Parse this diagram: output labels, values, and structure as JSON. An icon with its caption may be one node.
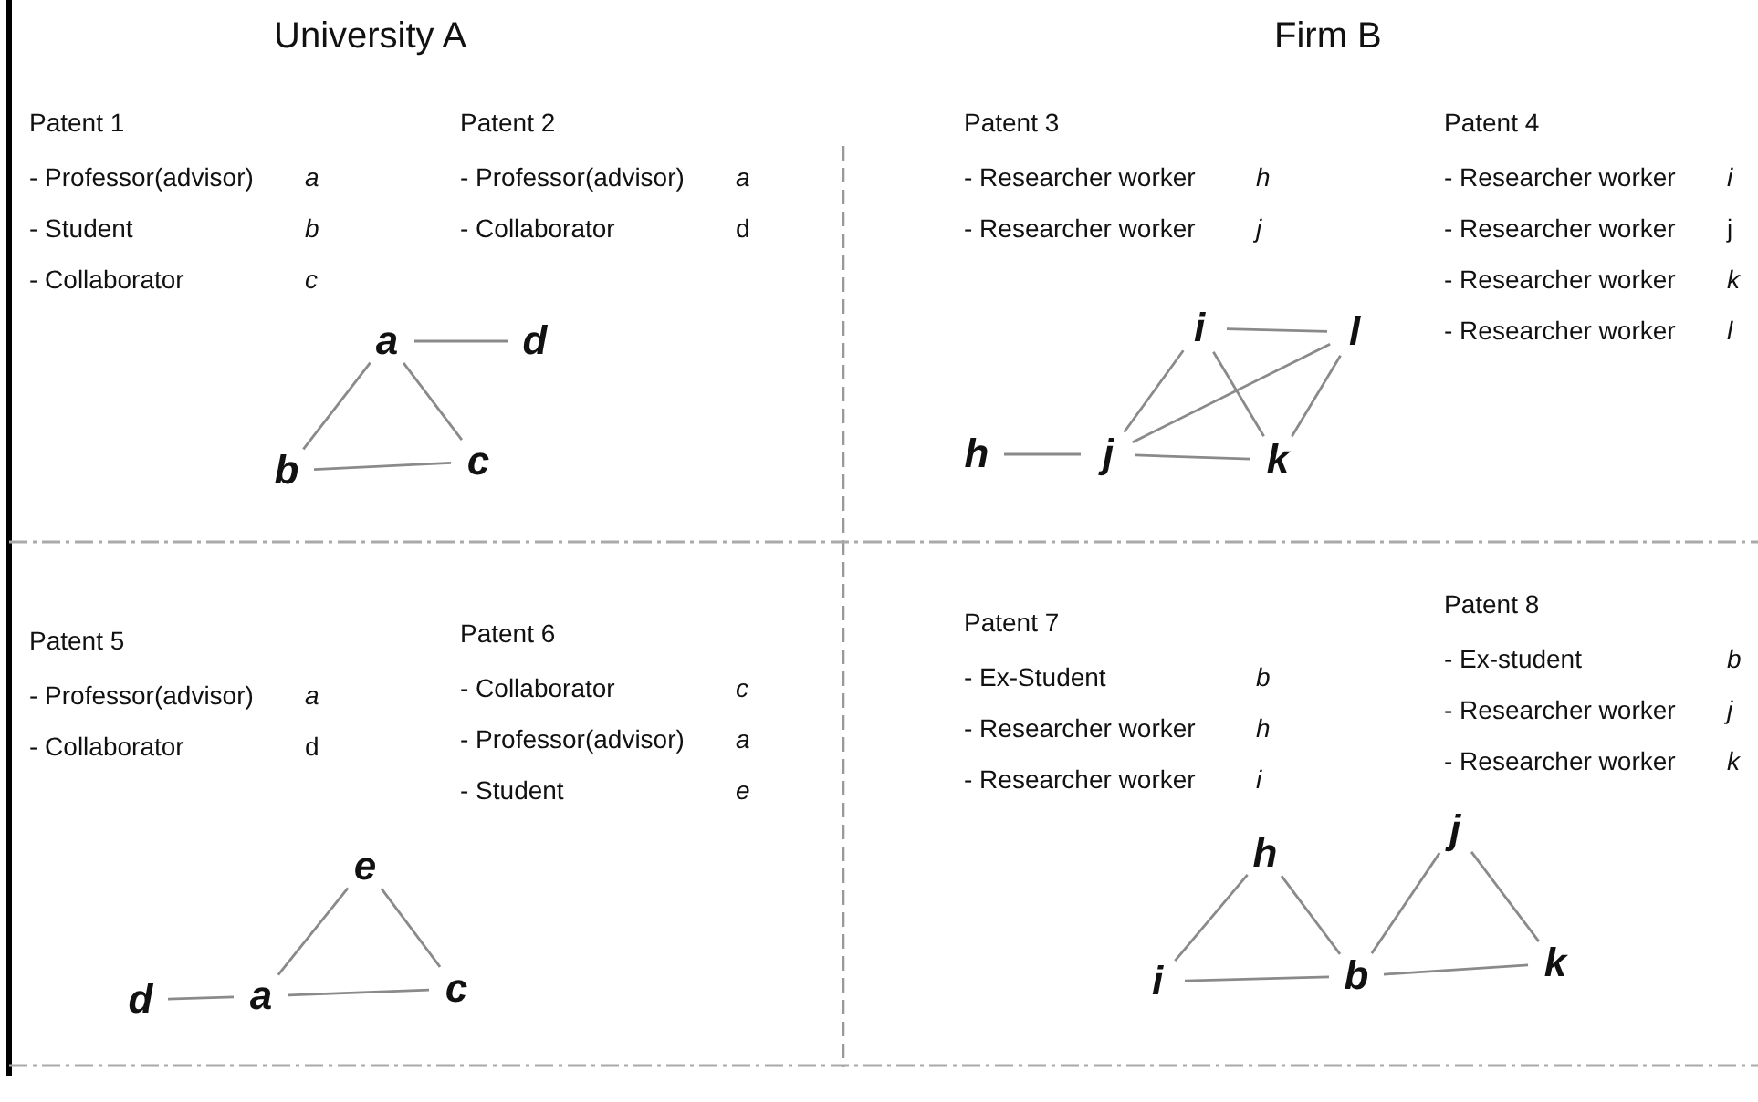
{
  "diagram": {
    "nodes": [
      {
        "text": [
          "a"
        ]
      },
      {
        "text": [
          "d"
        ]
      },
      {
        "text": [
          "b"
        ]
      },
      {
        "text": [
          "c"
        ]
      },
      {
        "text": [
          "i"
        ]
      },
      {
        "text": [
          "l"
        ]
      },
      {
        "text": [
          "h"
        ]
      },
      {
        "text": [
          "j"
        ]
      },
      {
        "text": [
          "k"
        ]
      },
      {
        "text": [
          "e"
        ]
      },
      {
        "text": [
          "d"
        ]
      },
      {
        "text": [
          "a"
        ]
      },
      {
        "text": [
          "c"
        ]
      },
      {
        "text": [
          "h"
        ]
      },
      {
        "text": [
          "j"
        ]
      },
      {
        "text": [
          "i"
        ]
      },
      {
        "text": [
          "b"
        ]
      },
      {
        "text": [
          "k"
        ]
      }
    ],
    "edges": [
      {
        "from": 0,
        "to": 1,
        "arrow": "none"
      },
      {
        "from": 0,
        "to": 2,
        "arrow": "none"
      },
      {
        "from": 0,
        "to": 3,
        "arrow": "none"
      },
      {
        "from": 2,
        "to": 3,
        "arrow": "none"
      },
      {
        "from": 4,
        "to": 5,
        "arrow": "none"
      },
      {
        "from": 4,
        "to": 7,
        "arrow": "none"
      },
      {
        "from": 4,
        "to": 8,
        "arrow": "none"
      },
      {
        "from": 7,
        "to": 5,
        "arrow": "none"
      },
      {
        "from": 5,
        "to": 8,
        "arrow": "none"
      },
      {
        "from": 6,
        "to": 7,
        "arrow": "none"
      },
      {
        "from": 7,
        "to": 8,
        "arrow": "none"
      },
      {
        "from": 9,
        "to": 11,
        "arrow": "none"
      },
      {
        "from": 9,
        "to": 12,
        "arrow": "none"
      },
      {
        "from": 10,
        "to": 11,
        "arrow": "none"
      },
      {
        "from": 11,
        "to": 12,
        "arrow": "none"
      },
      {
        "from": 13,
        "to": 15,
        "arrow": "none"
      },
      {
        "from": 13,
        "to": 16,
        "arrow": "none"
      },
      {
        "from": 15,
        "to": 16,
        "arrow": "none"
      },
      {
        "from": 14,
        "to": 16,
        "arrow": "none"
      },
      {
        "from": 14,
        "to": 17,
        "arrow": "none"
      },
      {
        "from": 16,
        "to": 17,
        "arrow": "none"
      }
    ],
    "labels": [
      "University A",
      "Firm B",
      "Patent 1",
      "- Professor(advisor)",
      "a",
      "- Student",
      "b",
      "- Collaborator",
      "c",
      "Patent 2",
      "- Professor(advisor)",
      "a",
      "- Collaborator",
      "d",
      "Patent 3",
      "- Researcher worker",
      "h",
      "- Researcher worker",
      "j",
      "Patent 4",
      "- Researcher worker",
      "i",
      "- Researcher worker",
      "j",
      "- Researcher worker",
      "k",
      "- Researcher worker",
      "l",
      "Patent 5",
      "- Professor(advisor)",
      "a",
      "- Collaborator",
      "d",
      "Patent 6",
      "- Collaborator",
      "c",
      "- Professor(advisor)",
      "a",
      "- Student",
      "e",
      "Patent 7",
      "- Ex-Student",
      "b",
      "- Researcher worker",
      "h",
      "- Researcher worker",
      "i",
      "Patent 8",
      "- Ex-student",
      "b",
      "- Researcher worker",
      "j",
      "- Researcher worker",
      "k"
    ]
  }
}
